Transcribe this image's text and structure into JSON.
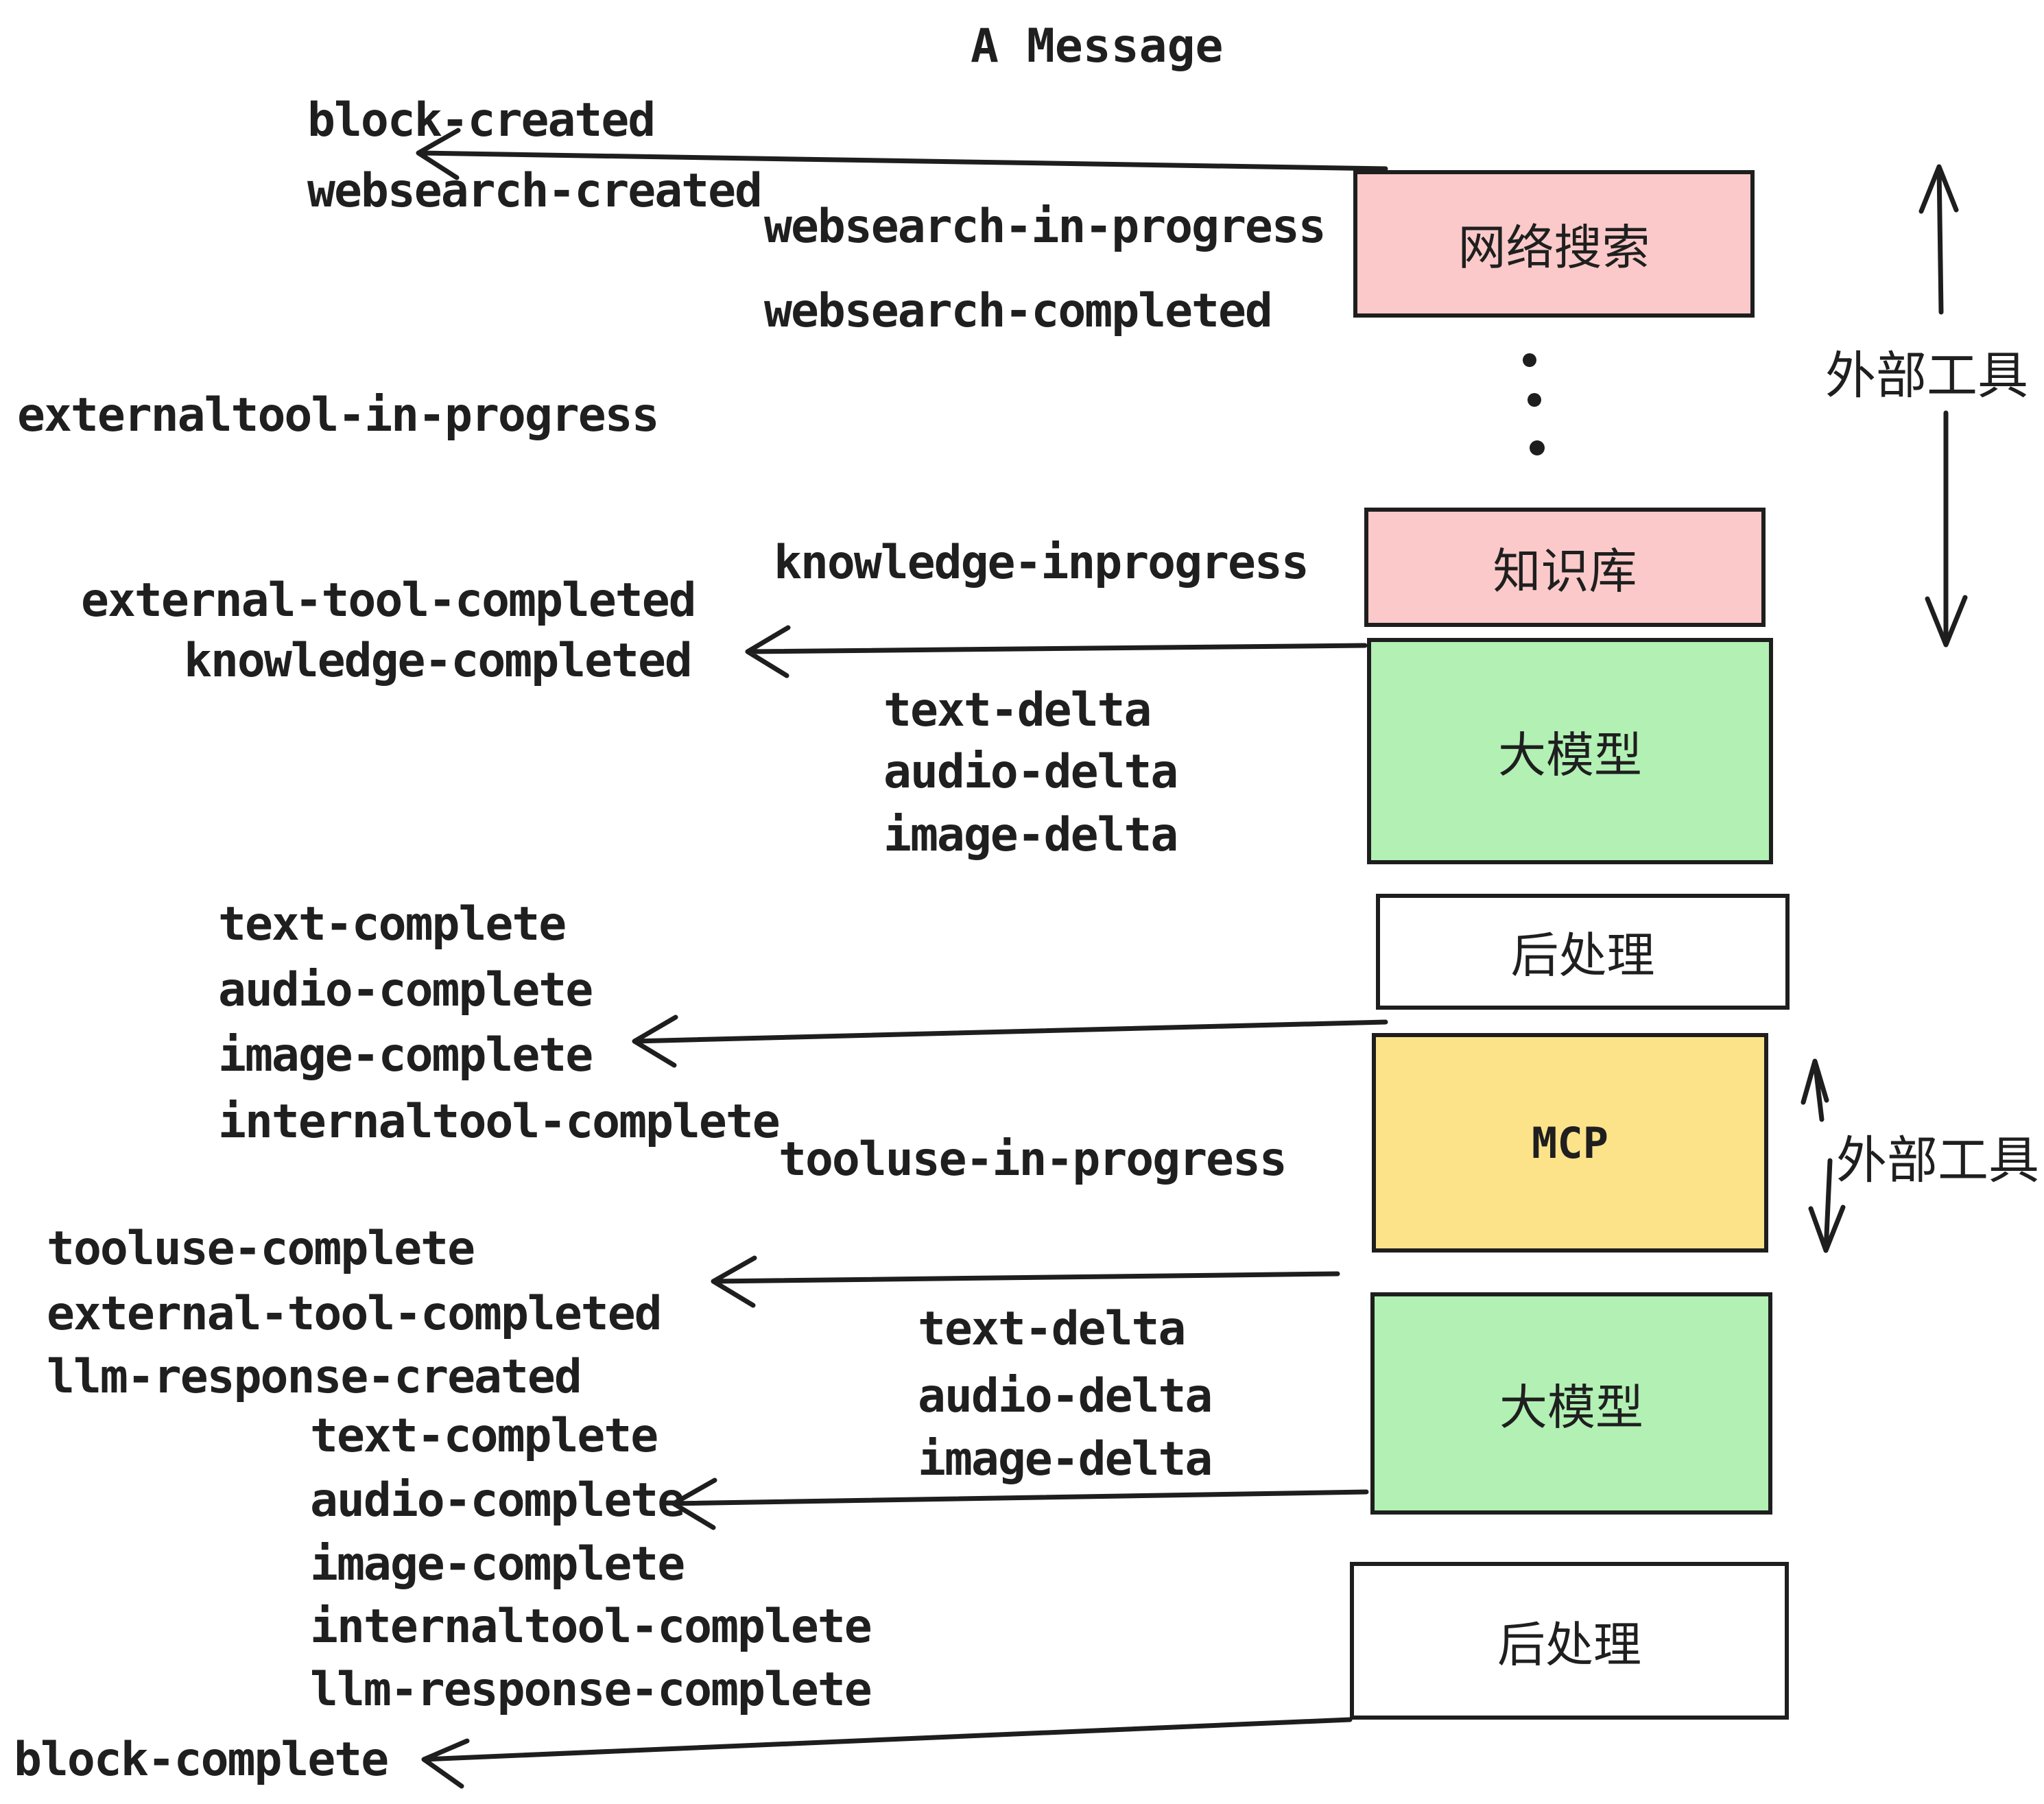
{
  "title": "A Message",
  "colors": {
    "background": "#ffffff",
    "text": "#1f1f1f",
    "stroke": "#1e1e1e",
    "pink": "#fbc9c9",
    "green": "#b2f0b4",
    "yellow": "#fce38a",
    "white": "#ffffff"
  },
  "boxes": [
    {
      "id": "websearch",
      "label": "网络搜索",
      "color": "pink"
    },
    {
      "id": "knowledge",
      "label": "知识库",
      "color": "pink"
    },
    {
      "id": "llm-1",
      "label": "大模型",
      "color": "green"
    },
    {
      "id": "postprocess-1",
      "label": "后处理",
      "color": "white"
    },
    {
      "id": "mcp",
      "label": "MCP",
      "color": "yellow"
    },
    {
      "id": "llm-2",
      "label": "大模型",
      "color": "green"
    },
    {
      "id": "postprocess-2",
      "label": "后处理",
      "color": "white"
    }
  ],
  "side_labels": {
    "external_tools_top": "外部工具",
    "external_tools_bottom": "外部工具"
  },
  "events": {
    "block_created": "block-created",
    "websearch_created": "websearch-created",
    "websearch_in_progress": "websearch-in-progress",
    "websearch_completed": "websearch-completed",
    "externaltool_in_progress": "externaltool-in-progress",
    "knowledge_inprogress": "knowledge-inprogress",
    "external_tool_completed_1": "external-tool-completed",
    "knowledge_completed": "knowledge-completed",
    "text_delta_1": "text-delta",
    "audio_delta_1": "audio-delta",
    "image_delta_1": "image-delta",
    "text_complete_1": "text-complete",
    "audio_complete_1": "audio-complete",
    "image_complete_1": "image-complete",
    "internaltool_complete_1": "internaltool-complete",
    "tooluse_in_progress": "tooluse-in-progress",
    "tooluse_complete": "tooluse-complete",
    "external_tool_completed_2": "external-tool-completed",
    "llm_response_created": "llm-response-created",
    "text_complete_2": "text-complete",
    "text_delta_2": "text-delta",
    "audio_delta_2": "audio-delta",
    "image_delta_2": "image-delta",
    "audio_complete_2": "audio-complete",
    "image_complete_2": "image-complete",
    "internaltool_complete_2": "internaltool-complete",
    "llm_response_complete": "llm-response-complete",
    "block_complete": "block-complete"
  }
}
